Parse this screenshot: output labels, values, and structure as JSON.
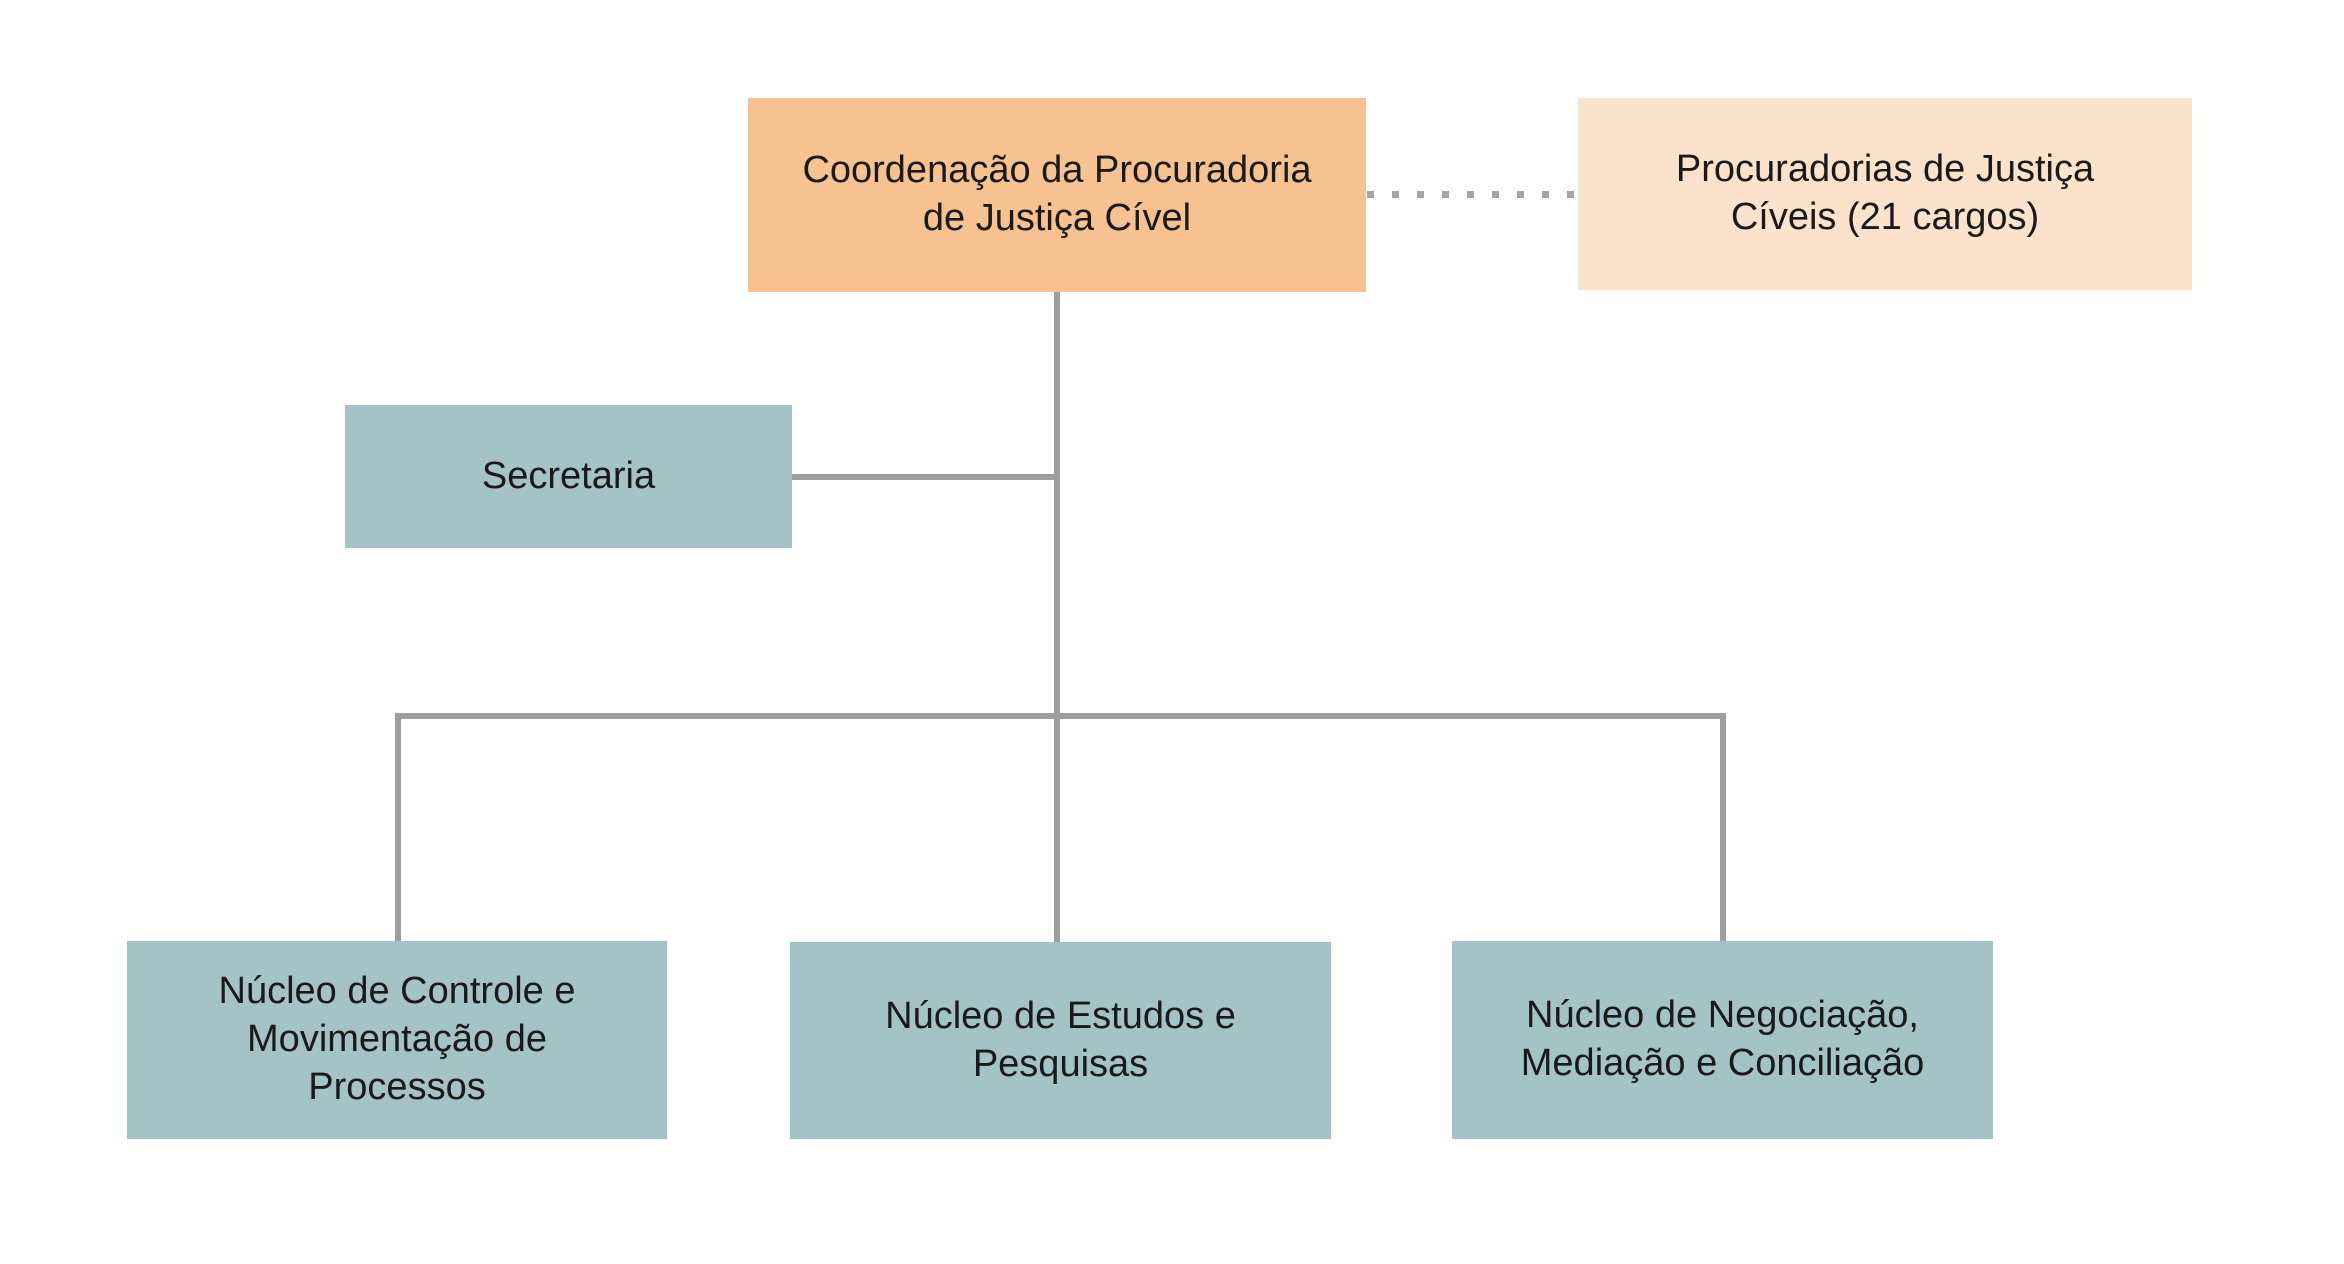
{
  "diagram": {
    "type": "org-chart",
    "background": "#FFFFFF",
    "nodes": {
      "coordenacao": {
        "label": "Coordenação da Procuradoria\nde Justiça Cível",
        "fill": "#F6C28F"
      },
      "procuradorias": {
        "label": "Procuradorias de Justiça\nCíveis (21 cargos)",
        "fill": "#FBE3CB"
      },
      "secretaria": {
        "label": "Secretaria",
        "fill": "#A3C3C7"
      },
      "nucleo_controle": {
        "label": "Núcleo de Controle e\nMovimentação de\nProcessos",
        "fill": "#A3C3C7"
      },
      "nucleo_estudos": {
        "label": "Núcleo de Estudos e\nPesquisas",
        "fill": "#A3C3C7"
      },
      "nucleo_negociacao": {
        "label": "Núcleo de Negociação,\nMediação e Conciliação",
        "fill": "#A3C3C7"
      }
    },
    "edges": [
      {
        "from": "coordenacao",
        "to": "procuradorias",
        "style": "dotted"
      },
      {
        "from": "coordenacao",
        "to": "secretaria",
        "style": "solid"
      },
      {
        "from": "coordenacao",
        "to": "nucleo_controle",
        "style": "solid"
      },
      {
        "from": "coordenacao",
        "to": "nucleo_estudos",
        "style": "solid"
      },
      {
        "from": "coordenacao",
        "to": "nucleo_negociacao",
        "style": "solid"
      }
    ],
    "colors": {
      "connector": "#9E9E9E",
      "connector_dotted": "#A6A6A6",
      "text": "#1A1A1A"
    }
  }
}
